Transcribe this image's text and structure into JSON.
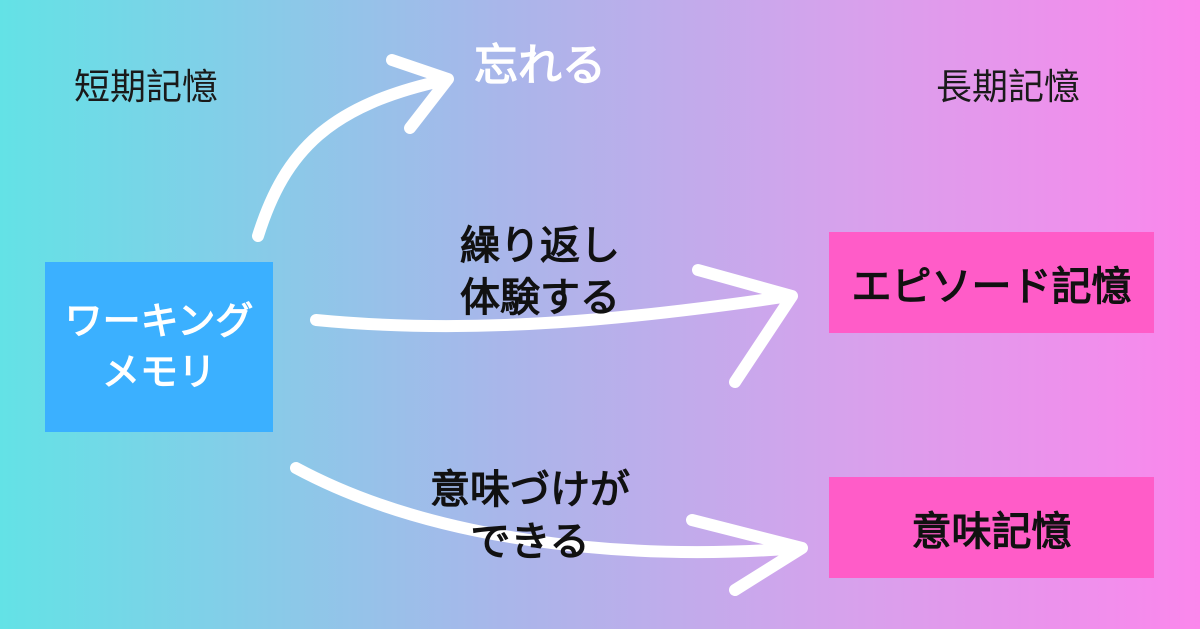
{
  "labels": {
    "short_term": "短期記憶",
    "long_term": "長期記憶",
    "forget": "忘れる"
  },
  "working_memory": {
    "line1": "ワーキング",
    "line2": "メモリ"
  },
  "episodic": {
    "label": "エピソード記憶"
  },
  "semantic": {
    "label": "意味記憶"
  },
  "arrow_repeat": {
    "line1": "繰り返し",
    "line2": "体験する"
  },
  "arrow_meaning": {
    "line1": "意味づけが",
    "line2": "できる"
  },
  "colors": {
    "background_left": "#63e2e6",
    "background_right": "#fb87ec",
    "working_memory_box": "#3bb0ff",
    "long_term_boxes": "#ff5cc8",
    "arrow": "#ffffff"
  }
}
